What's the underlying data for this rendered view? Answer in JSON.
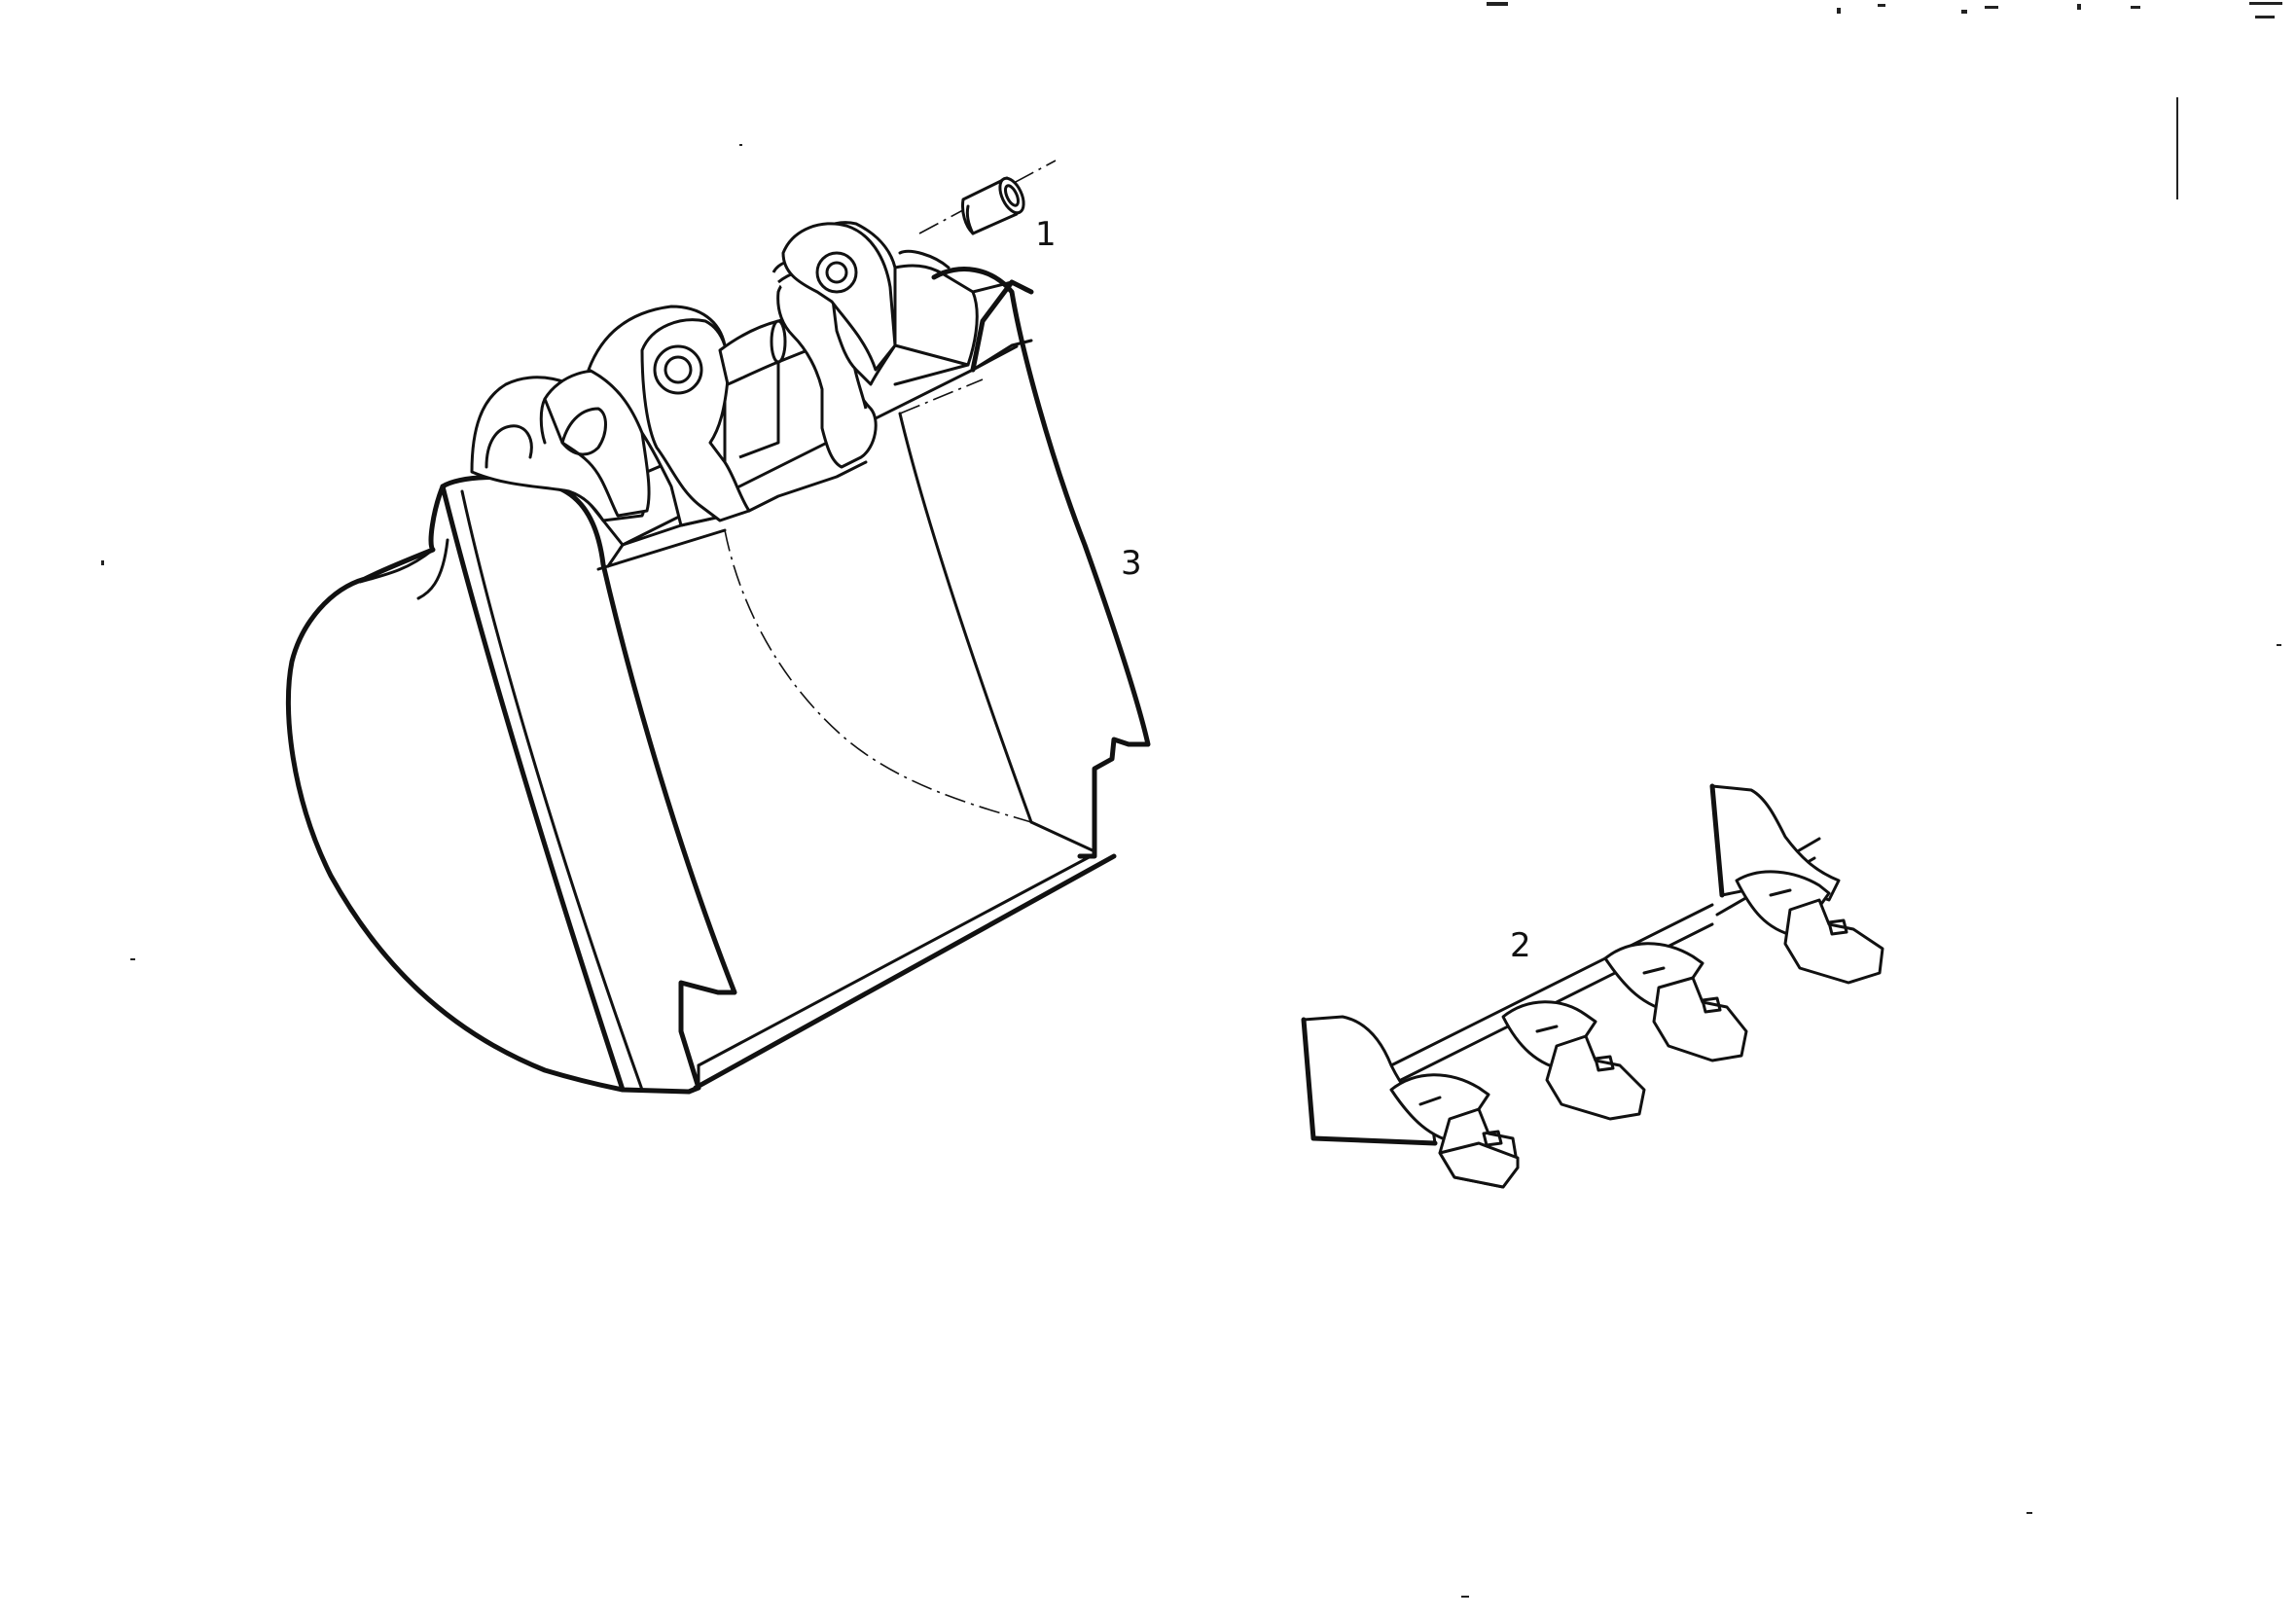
{
  "callouts": [
    {
      "id": "1",
      "text": "1"
    },
    {
      "id": "2",
      "text": "2"
    },
    {
      "id": "3",
      "text": "3"
    }
  ],
  "parts": [
    {
      "ref": "1",
      "icon": "bushing-icon"
    },
    {
      "ref": "2",
      "icon": "tooth-set-icon"
    },
    {
      "ref": "3",
      "icon": "bucket-icon"
    }
  ],
  "colors": {
    "ink": "#111111",
    "paper": "#ffffff"
  }
}
